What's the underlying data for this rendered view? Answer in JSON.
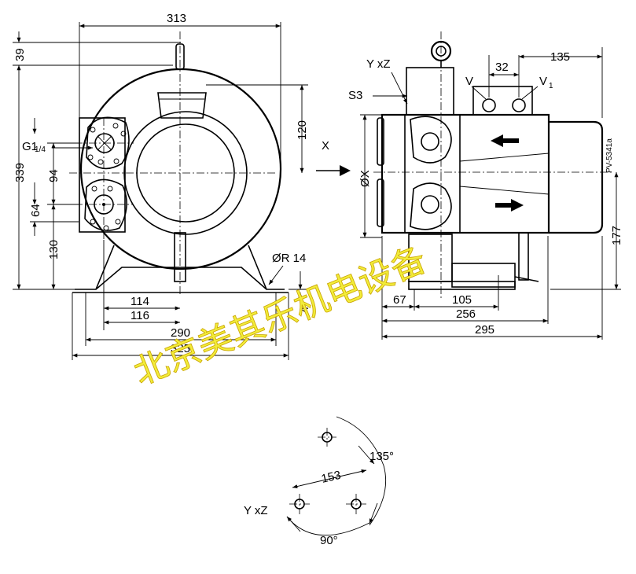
{
  "drawing_code": "PV-5341a",
  "watermark": "北京美其乐机电设备",
  "dimensions": {
    "overall_width": "313",
    "top_offset": "39",
    "height_total": "339",
    "gap_94": "94",
    "gap_64": "64",
    "gap_130": "130",
    "offset_120": "120",
    "foot_114": "114",
    "foot_116": "116",
    "base_290": "290",
    "base_325": "325",
    "radius": "ØR 14",
    "thickness": "4",
    "side_32": "32",
    "side_135": "135",
    "side_177": "177",
    "side_67": "67",
    "side_105": "105",
    "side_256": "256",
    "side_295": "295",
    "bolt_153": "153",
    "angle_135": "135°",
    "angle_90": "90°"
  },
  "labels": {
    "connection": "G1",
    "connection_sub": "1/4",
    "view": "X",
    "view_diameter": "ØX",
    "flange": "Y xZ",
    "flange_bolt": "Y xZ",
    "screw": "S3",
    "valve_v": "V",
    "valve_v1": "V",
    "valve_v1_sub": "1"
  }
}
